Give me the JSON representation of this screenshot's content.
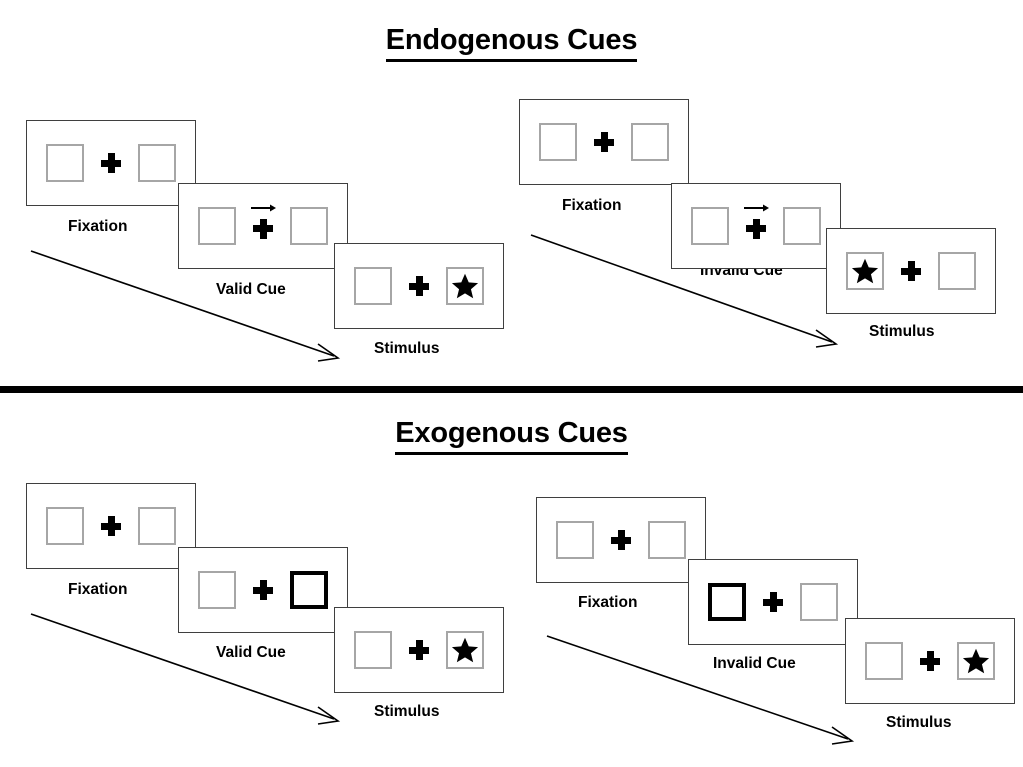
{
  "sections": [
    {
      "id": "endogenous",
      "title": "Endogenous Cues",
      "columns": [
        {
          "id": "endogenous-valid",
          "cue_label": "Valid Cue",
          "fixation_label": "Fixation",
          "stimulus_label": "Stimulus",
          "cue_type": "arrow",
          "cue_direction": "right",
          "cued_side": "right",
          "target_side": "right",
          "validity": "valid"
        },
        {
          "id": "endogenous-invalid",
          "cue_label": "Invalid Cue",
          "fixation_label": "Fixation",
          "stimulus_label": "Stimulus",
          "cue_type": "arrow",
          "cue_direction": "right",
          "cued_side": "right",
          "target_side": "left",
          "validity": "invalid"
        }
      ]
    },
    {
      "id": "exogenous",
      "title": "Exogenous Cues",
      "columns": [
        {
          "id": "exogenous-valid",
          "cue_label": "Valid Cue",
          "fixation_label": "Fixation",
          "stimulus_label": "Stimulus",
          "cue_type": "box-flash",
          "cue_direction": "none",
          "cued_side": "right",
          "target_side": "right",
          "validity": "valid"
        },
        {
          "id": "exogenous-invalid",
          "cue_label": "Invalid Cue",
          "fixation_label": "Fixation",
          "stimulus_label": "Stimulus",
          "cue_type": "box-flash",
          "cue_direction": "none",
          "cued_side": "left",
          "target_side": "right",
          "validity": "invalid"
        }
      ]
    }
  ],
  "labels": {
    "fixation": "Fixation",
    "valid_cue": "Valid Cue",
    "invalid_cue": "Invalid Cue",
    "stimulus": "Stimulus",
    "endogenous_title": "Endogenous Cues",
    "exogenous_title": "Exogenous Cues"
  },
  "icons": {
    "fixation_cross": "plus-icon",
    "target_star": "star-icon",
    "cue_arrow": "arrow-right-icon",
    "flow_arrow": "diagonal-arrow-icon"
  },
  "colors": {
    "stroke": "#000000",
    "frame_border": "#3f3f3f",
    "box_border": "#a6a6a6",
    "cued_box_border": "#000000",
    "background": "#ffffff"
  }
}
